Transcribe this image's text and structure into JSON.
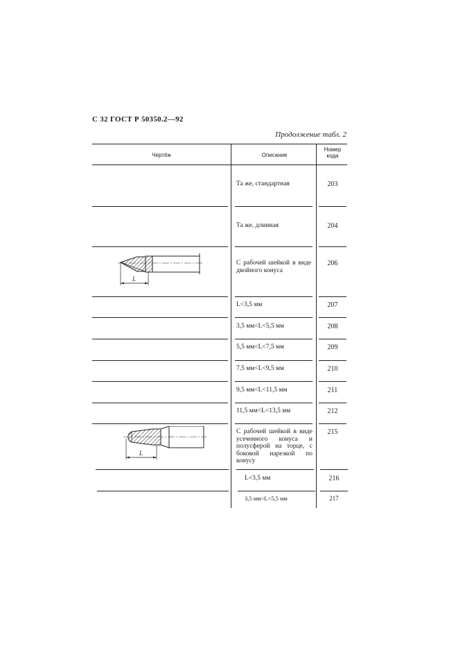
{
  "page_header": "С 32 ГОСТ Р 50350.2—92",
  "continuation": "Продолжение табл. 2",
  "table": {
    "headers": {
      "drawing": "Чертёж",
      "description": "Описание",
      "code_line1": "Номер",
      "code_line2": "кода"
    },
    "rows": [
      {
        "description": "Та же, стандартная",
        "code": "203"
      },
      {
        "description": "Та же, длинная",
        "code": "204"
      },
      {
        "description": "С рабочей шейкой в виде двойного конуса",
        "code": "206",
        "drawing": "double-cone-tip-drawing",
        "dimension_label": "L"
      },
      {
        "description": "L<3,5 мм",
        "code": "207"
      },
      {
        "description": "3,5 мм<L<5,5 мм",
        "code": "208"
      },
      {
        "description": "5,5 мм<L<7,5 мм",
        "code": "209"
      },
      {
        "description": "7,5 мм<L<9,5 мм",
        "code": "210"
      },
      {
        "description": "9,5 мм<L<11,5 мм",
        "code": "211"
      },
      {
        "description": "11,5 мм<L<13,5 мм",
        "code": "212"
      },
      {
        "description": "С рабочей шейкой в виде усеченного конуса и полусферой на торце, с боковой нарезкой по конусу",
        "code": "215",
        "drawing": "truncated-cone-hemisphere-tip-drawing",
        "dimension_label": "L"
      },
      {
        "description": "L<3,5 мм",
        "code": "216"
      },
      {
        "description": "3,5 мм<L<5,5 мм",
        "code": "217"
      }
    ]
  }
}
